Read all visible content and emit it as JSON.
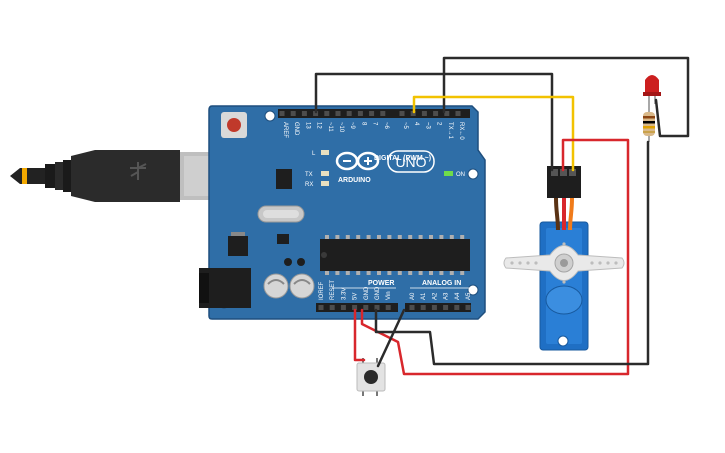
{
  "board": {
    "logo": "ARDUINO",
    "model": "UNO",
    "on_label": "ON",
    "digital_header": "DIGITAL (PWM ~)",
    "power_header": "POWER",
    "analog_header": "ANALOG IN",
    "led_labels": [
      "L",
      "TX",
      "RX"
    ],
    "top_pins": [
      "AREF",
      "GND",
      "13",
      "12",
      "~11",
      "~10",
      "~9",
      "8",
      "7",
      "~6",
      "~5",
      "4",
      "~3",
      "2",
      "TX→1",
      "RX←0"
    ],
    "power_pins": [
      "IOREF",
      "RESET",
      "3.3V",
      "5V",
      "GND",
      "GND",
      "Vin"
    ],
    "analog_pins": [
      "A0",
      "A1",
      "A2",
      "A3",
      "A4",
      "A5"
    ]
  },
  "components": {
    "usb": "usb-cable-icon",
    "servo": "servo-motor-icon",
    "led": "red-led-icon",
    "resistor": "resistor-icon",
    "button": "pushbutton-icon",
    "reset": "reset-button-icon"
  },
  "colors": {
    "board": "#2f6ea7",
    "board_edge": "#1f4f7e",
    "wire_black": "#2b2b2b",
    "wire_yellow": "#f2c200",
    "wire_red": "#d8272c",
    "servo_body": "#1f6fc4",
    "led_red": "#cc1f1f"
  }
}
